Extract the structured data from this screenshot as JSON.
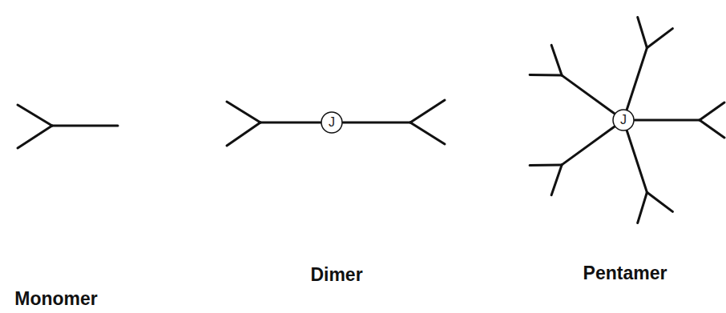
{
  "diagram": {
    "nodes": [
      {
        "text": [
          "J"
        ]
      },
      {
        "text": [
          "J"
        ]
      }
    ],
    "labels": [
      "Monomer",
      "Dimer",
      "Pentamer"
    ]
  }
}
